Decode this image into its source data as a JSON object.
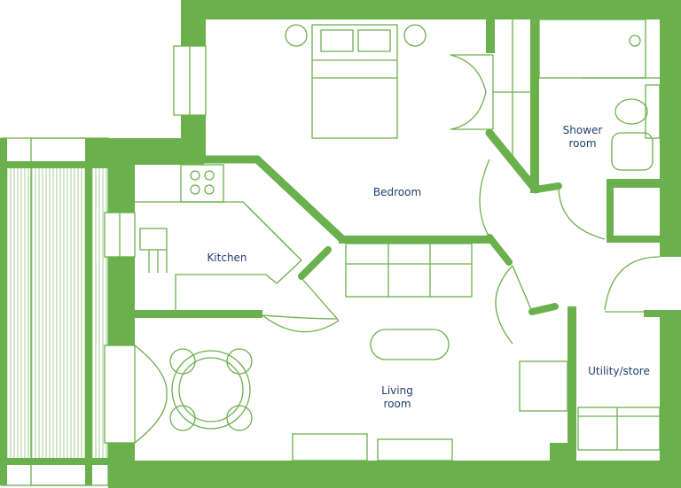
{
  "colors": {
    "wall": "#6ab04c",
    "line": "#6ab04c",
    "label": "#1f3f6e",
    "background": "#ffffff"
  },
  "rooms": {
    "bedroom": {
      "label": "Bedroom"
    },
    "shower_room": {
      "label_line1": "Shower",
      "label_line2": "room"
    },
    "kitchen": {
      "label": "Kitchen"
    },
    "living_room": {
      "label_line1": "Living",
      "label_line2": "room"
    },
    "utility_store": {
      "label": "Utility/store"
    }
  }
}
